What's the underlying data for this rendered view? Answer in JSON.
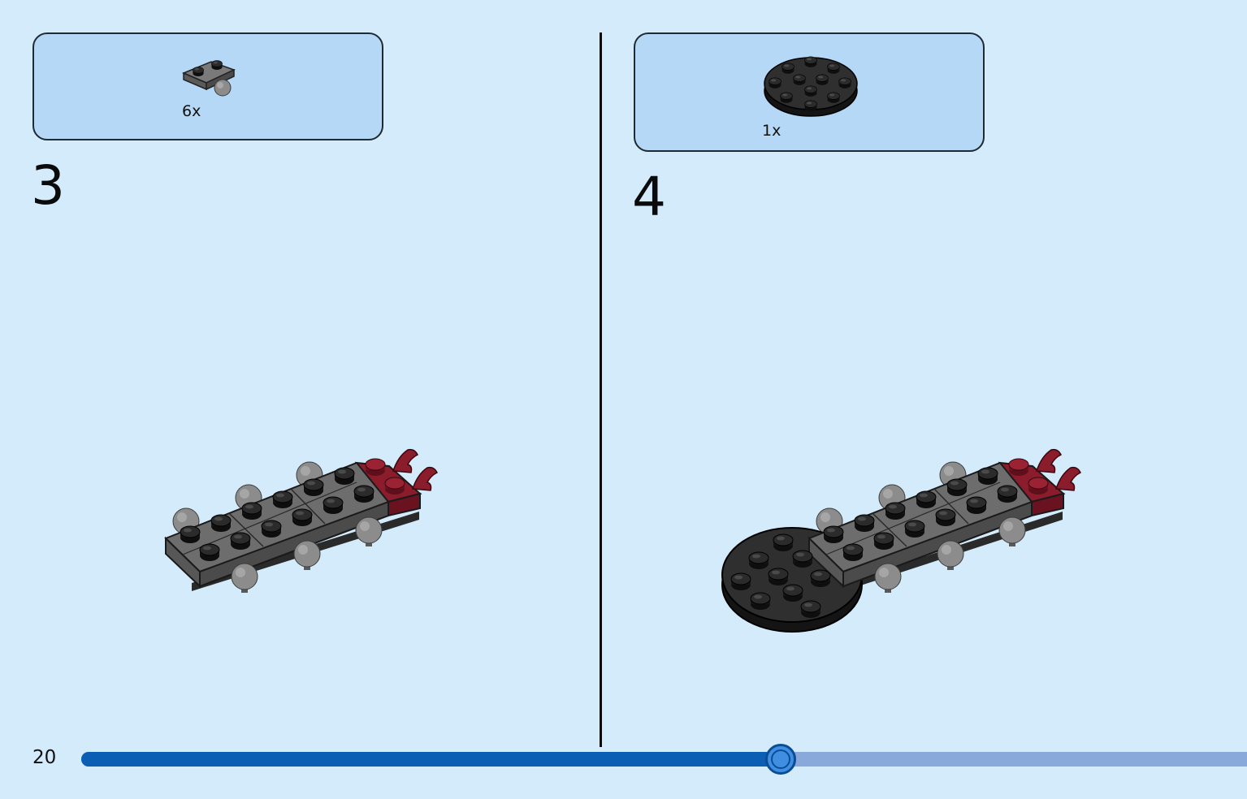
{
  "page": {
    "number": "20",
    "progress_fraction": 0.6
  },
  "steps": [
    {
      "number": "3",
      "parts": [
        {
          "quantity": "6x",
          "icon": "dark-gray-plate-with-ball-icon"
        }
      ]
    },
    {
      "number": "4",
      "parts": [
        {
          "quantity": "1x",
          "icon": "black-round-plate-icon"
        }
      ]
    }
  ],
  "colors": {
    "background": "#d4ebfb",
    "parts_box": "#b4d8f6",
    "progress_fill": "#0a5fb4",
    "progress_track": "#88a9da",
    "brick_dark_gray": "#6b6b6b",
    "brick_black": "#1e1e1e",
    "brick_dark_red": "#8a1c2b"
  }
}
